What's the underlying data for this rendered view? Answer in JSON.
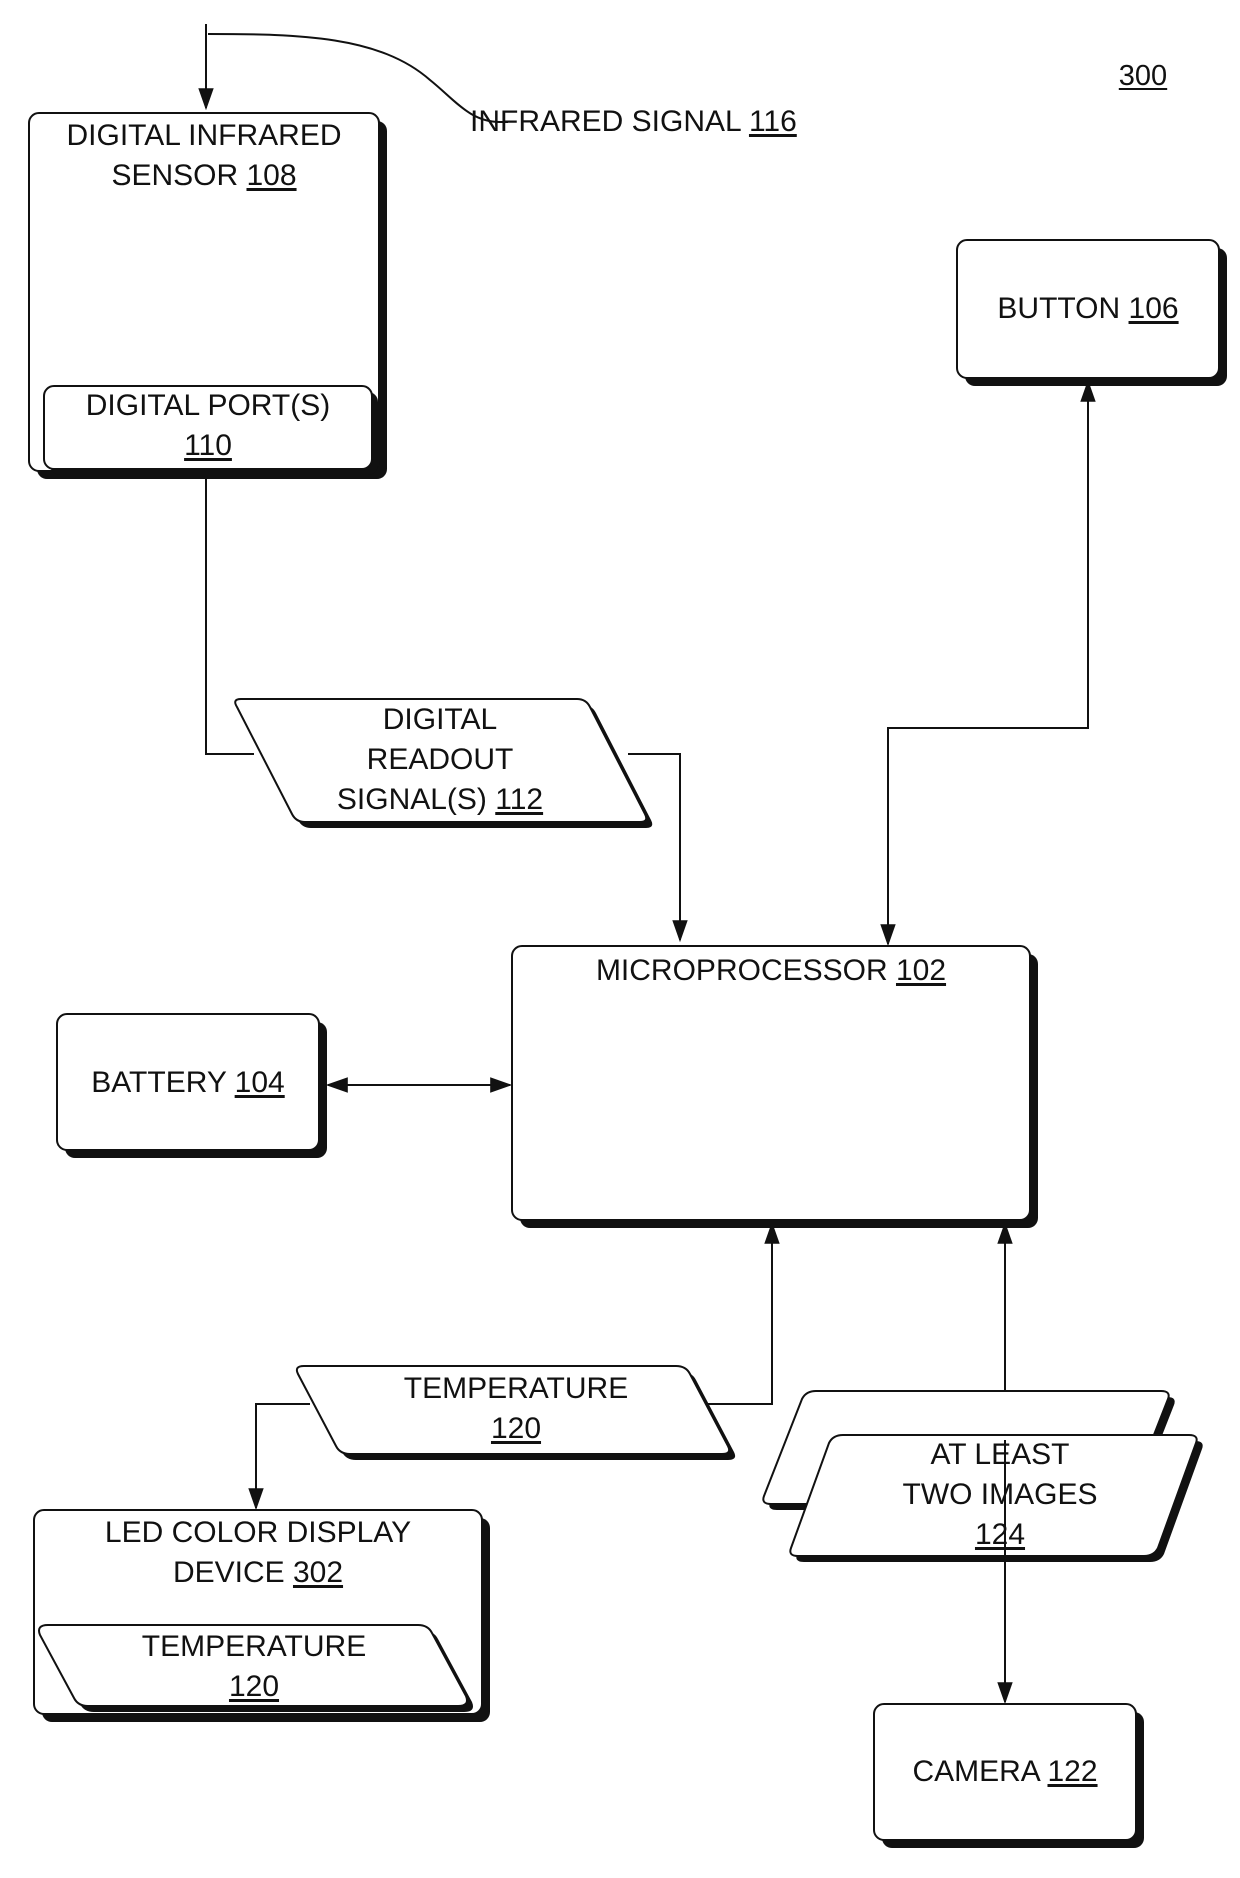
{
  "figure_number": "300",
  "colors": {
    "stroke": "#111111",
    "shadow": "#111111",
    "fill": "#ffffff",
    "text": "#111111"
  },
  "nodes": {
    "infrared_signal": {
      "text": "INFRARED SIGNAL",
      "ref": "116"
    },
    "digital_infrared_sensor": {
      "line1": "DIGITAL INFRARED",
      "line2": "SENSOR",
      "ref": "108"
    },
    "digital_ports": {
      "line1": "DIGITAL PORT(S)",
      "ref": "110"
    },
    "digital_readout_signal": {
      "line1": "DIGITAL",
      "line2": "READOUT",
      "line3": "SIGNAL(S)",
      "ref": "112"
    },
    "button": {
      "text": "BUTTON",
      "ref": "106"
    },
    "microprocessor": {
      "text": "MICROPROCESSOR",
      "ref": "102"
    },
    "battery": {
      "text": "BATTERY",
      "ref": "104"
    },
    "temperature_signal": {
      "line1": "TEMPERATURE",
      "ref": "120"
    },
    "led_display": {
      "line1": "LED COLOR DISPLAY",
      "line2": "DEVICE",
      "ref": "302"
    },
    "led_temperature": {
      "line1": "TEMPERATURE",
      "ref": "120"
    },
    "images": {
      "line1": "AT LEAST",
      "line2": "TWO IMAGES",
      "ref": "124"
    },
    "camera": {
      "text": "CAMERA",
      "ref": "122"
    }
  }
}
